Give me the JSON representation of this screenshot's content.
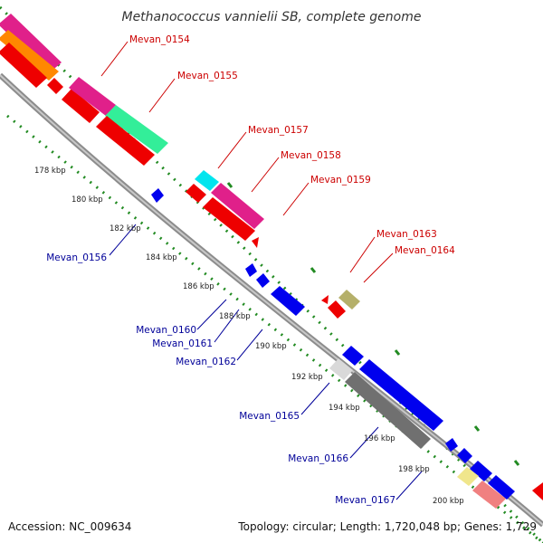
{
  "title": "Methanococcus vannielii SB, complete genome",
  "footer": {
    "accession": "Accession: NC_009634",
    "summary": "Topology: circular; Length: 1,720,048 bp; Genes: 1,729"
  },
  "colors": {
    "forward_label": "#cc0000",
    "reverse_label": "#000099",
    "backbone": "#8c8c8c",
    "tick": "#228b22"
  },
  "axis_ticks": [
    "178 kbp",
    "180 kbp",
    "182 kbp",
    "184 kbp",
    "186 kbp",
    "188 kbp",
    "190 kbp",
    "192 kbp",
    "194 kbp",
    "196 kbp",
    "198 kbp",
    "200 kbp"
  ],
  "gene_labels_forward": [
    "Mevan_0154",
    "Mevan_0155",
    "Mevan_0157",
    "Mevan_0158",
    "Mevan_0159",
    "Mevan_0163",
    "Mevan_0164"
  ],
  "gene_labels_reverse": [
    "Mevan_0156",
    "Mevan_0160",
    "Mevan_0161",
    "Mevan_0162",
    "Mevan_0165",
    "Mevan_0166",
    "Mevan_0167"
  ]
}
